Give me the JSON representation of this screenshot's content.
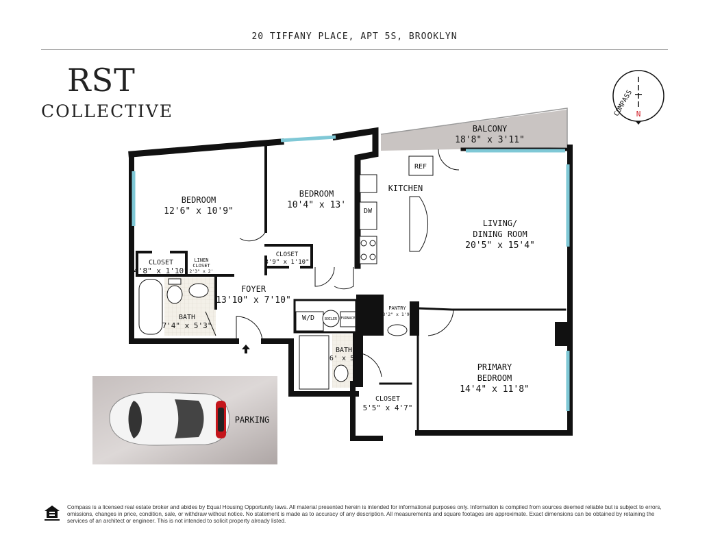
{
  "header": {
    "address": "20 TIFFANY PLACE, APT 5S, BROOKLYN"
  },
  "logo": {
    "line1": "RST",
    "line2": "COLLECTIVE"
  },
  "compass": {
    "label": "COMPASS",
    "north": "N",
    "north_color": "#d0202a"
  },
  "colors": {
    "wall": "#111111",
    "window": "#7fc8d6",
    "balcony": "#c9c4c2",
    "parking": "#b9b2b1",
    "tile": "#f1eee6"
  },
  "rooms": {
    "bedroom1": {
      "name": "BEDROOM",
      "dims": "12'6\" x 10'9\""
    },
    "bedroom2": {
      "name": "BEDROOM",
      "dims": "10'4\" x 13'"
    },
    "balcony": {
      "name": "BALCONY",
      "dims": "18'8\" x 3'11\""
    },
    "kitchen": {
      "name": "KITCHEN",
      "ref": "REF",
      "dw": "DW"
    },
    "living": {
      "name1": "LIVING/",
      "name2": "DINING ROOM",
      "dims": "20'5\" x 15'4\""
    },
    "closet1": {
      "name": "CLOSET",
      "dims": "4'8\" x 1'10\""
    },
    "linen": {
      "name1": "LINEN",
      "name2": "CLOSET",
      "dims": "2'3\" x 2'"
    },
    "closet2": {
      "name": "CLOSET",
      "dims": "3'9\" x 1'10\""
    },
    "foyer": {
      "name": "FOYER",
      "dims": "13'10\" x 7'10\""
    },
    "bath1": {
      "name": "BATH",
      "dims": "7'4\" x 5'3\""
    },
    "utility": {
      "wd": "W/D",
      "boiler": "BOILER",
      "furnace": "FURNACE"
    },
    "pantry": {
      "name": "PANTRY",
      "dims": "3'2\" x 1'9\""
    },
    "bath2": {
      "name": "BATH",
      "dims": "6' x 5'"
    },
    "closet3": {
      "name": "CLOSET",
      "dims": "5'5\" x 4'7\""
    },
    "primary": {
      "name1": "PRIMARY",
      "name2": "BEDROOM",
      "dims": "14'4\" x 11'8\""
    },
    "parking": {
      "name": "PARKING"
    }
  },
  "disclaimer": "Compass is a licensed real estate broker and abides by Equal Housing Opportunity laws. All material presented herein is intended for informational purposes only. Information is compiled from sources deemed reliable but is subject to errors, omissions, changes in price, condition, sale, or withdraw without notice. No statement is made as to accuracy of any description. All measurements and square footages are approximate. Exact dimensions can be obtained by retaining the services of an architect or engineer. This is not intended to solicit property already listed."
}
